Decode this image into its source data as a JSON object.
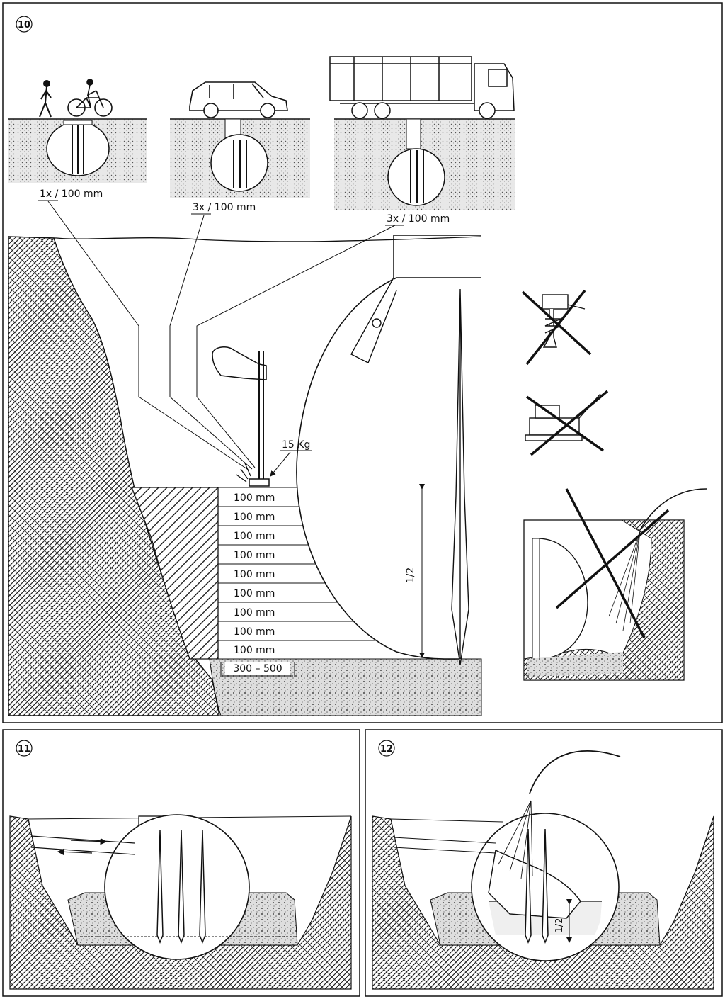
{
  "figures": {
    "fig10": {
      "number": "10",
      "loads": [
        {
          "label": "1x / 100 mm"
        },
        {
          "label": "3x / 100 mm"
        },
        {
          "label": "3x / 100 mm"
        }
      ],
      "tamper_weight": "15 Kg",
      "layers": [
        "100 mm",
        "100 mm",
        "100 mm",
        "100 mm",
        "100 mm",
        "100 mm",
        "100 mm",
        "100 mm",
        "100 mm"
      ],
      "half_label": "1/2",
      "base_width": "300 – 500"
    },
    "fig11": {
      "number": "11"
    },
    "fig12": {
      "number": "12",
      "half_label": "1/2"
    }
  },
  "colors": {
    "line": "#111111",
    "soil": "#d9d9d9",
    "gravel": "#c8c8c8",
    "paper": "#ffffff"
  }
}
